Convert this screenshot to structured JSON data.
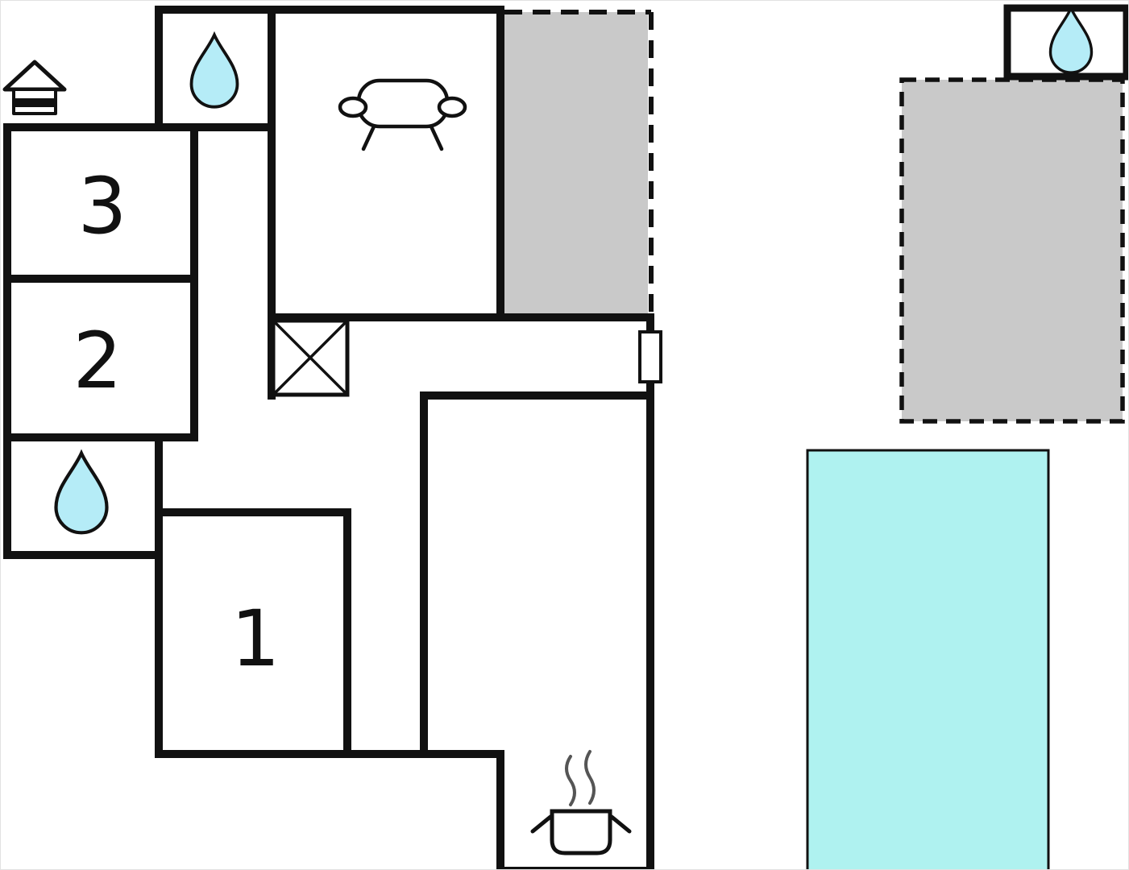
{
  "floorplan": {
    "rooms": [
      {
        "label": "3"
      },
      {
        "label": "2"
      },
      {
        "label": "1"
      }
    ],
    "colors": {
      "wall": "#111111",
      "terrace_fill": "#c9c9c9",
      "water_drop_fill": "#b5ecf7",
      "pool_fill": "#aff2f0",
      "steam_stroke": "#555555",
      "background": "#ffffff"
    },
    "icons": [
      "house-icon",
      "water-drop-icon",
      "sofa-icon",
      "stairs-cross-icon",
      "door-icon",
      "cooking-pot-icon",
      "steam-icon"
    ]
  }
}
